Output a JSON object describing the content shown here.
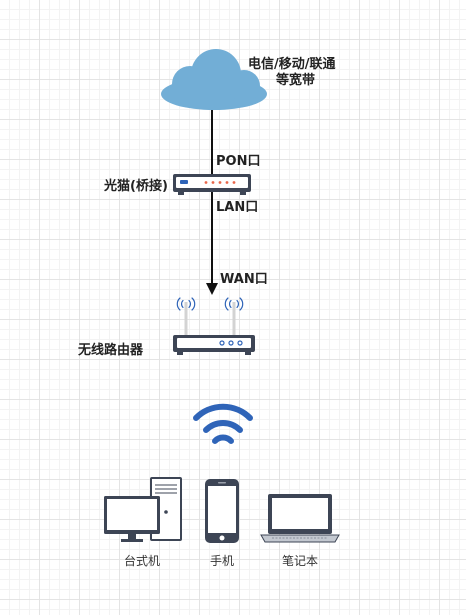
{
  "labels": {
    "isp": "电信/移动/联通",
    "isp_line2": "等宽带",
    "pon_port": "PON口",
    "modem": "光猫(桥接)",
    "lan_port": "LAN口",
    "wan_port": "WAN口",
    "router": "无线路由器"
  },
  "devices": {
    "desktop": "台式机",
    "phone": "手机",
    "laptop": "笔记本"
  },
  "colors": {
    "cloud": "#72aed6",
    "line": "#111111",
    "device_dark": "#3d4555",
    "wifi": "#2f64b8",
    "modem_dot": "#e8664a",
    "router_port": "#2f64b8"
  },
  "icons": [
    "cloud-icon",
    "optical-modem-icon",
    "wireless-router-icon",
    "wifi-icon",
    "desktop-computer-icon",
    "smartphone-icon",
    "laptop-icon"
  ]
}
